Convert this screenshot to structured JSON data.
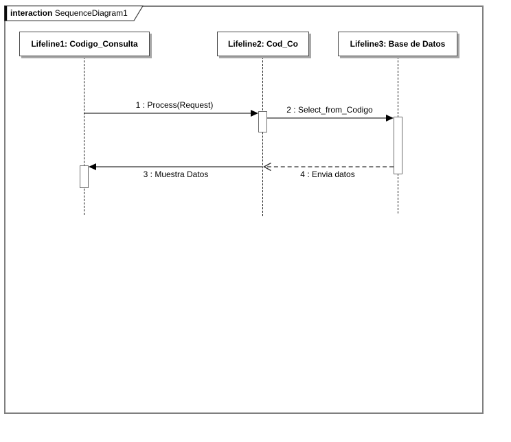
{
  "frame": {
    "keyword": "interaction",
    "name": "SequenceDiagram1"
  },
  "lifelines": [
    {
      "label": "Lifeline1: Codigo_Consulta"
    },
    {
      "label": "Lifeline2: Cod_Co"
    },
    {
      "label": "Lifeline3: Base de Datos"
    }
  ],
  "messages": [
    {
      "label": "1 : Process(Request)",
      "from": "Lifeline1: Codigo_Consulta",
      "to": "Lifeline2: Cod_Co",
      "line": "solid",
      "arrowhead": "filled"
    },
    {
      "label": "2 : Select_from_Codigo",
      "from": "Lifeline2: Cod_Co",
      "to": "Lifeline3: Base de Datos",
      "line": "solid",
      "arrowhead": "filled"
    },
    {
      "label": "3 : Muestra Datos",
      "from": "Lifeline2: Cod_Co",
      "to": "Lifeline1: Codigo_Consulta",
      "line": "solid",
      "arrowhead": "filled"
    },
    {
      "label": "4 : Envia datos",
      "from": "Lifeline3: Base de Datos",
      "to": "Lifeline2: Cod_Co",
      "line": "dashed",
      "arrowhead": "open"
    }
  ],
  "colors": {
    "background": "#ffffff",
    "frame_border": "#7f7f7f",
    "shape_border": "#4a4a4a",
    "activation_border": "#6b6b6b",
    "shadow": "#a8a8a8",
    "line": "#7f7f7f",
    "arrow": "#000000"
  }
}
